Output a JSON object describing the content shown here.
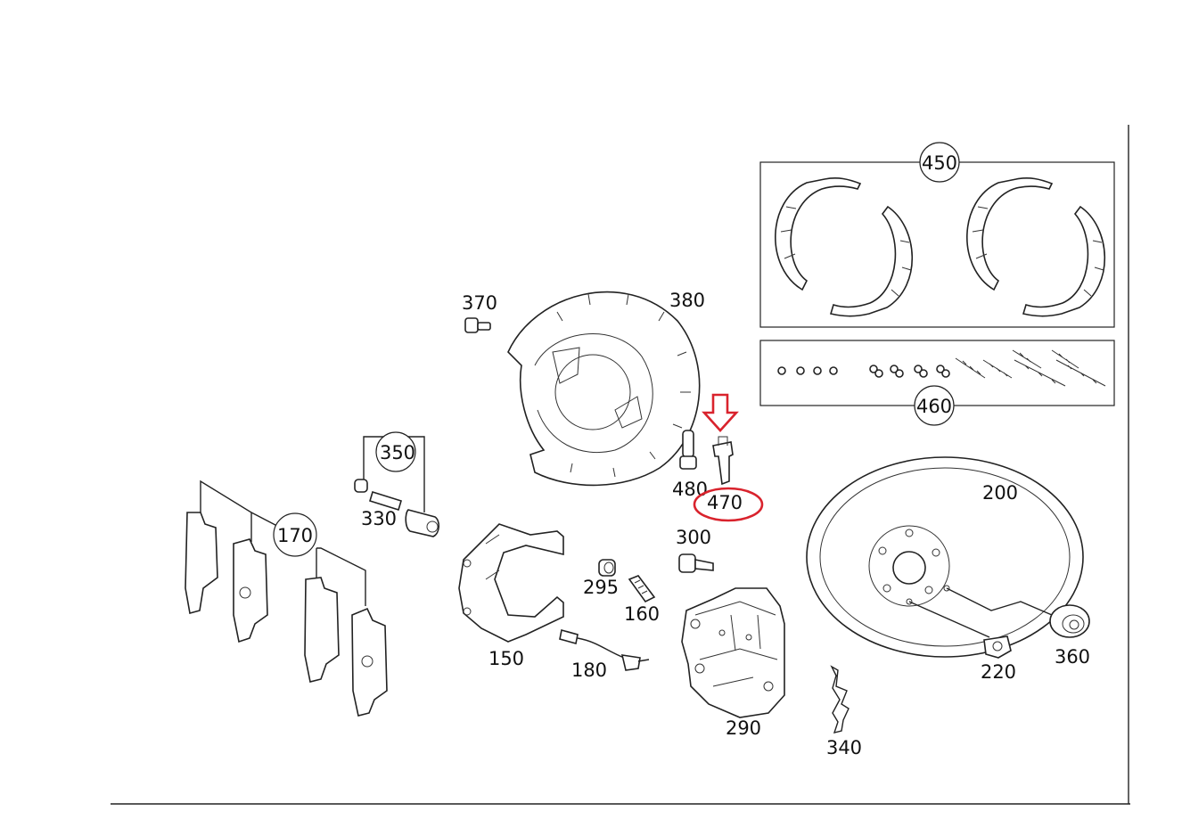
{
  "diagram": {
    "highlight_color": "#d9232d",
    "highlighted_part": "470",
    "labels": {
      "p450": "450",
      "p460": "460",
      "p370": "370",
      "p380": "380",
      "p350": "350",
      "p330": "330",
      "p170": "170",
      "p480": "480",
      "p470": "470",
      "p200": "200",
      "p300": "300",
      "p295": "295",
      "p160": "160",
      "p150": "150",
      "p180": "180",
      "p290": "290",
      "p340": "340",
      "p220": "220",
      "p360": "360"
    }
  }
}
